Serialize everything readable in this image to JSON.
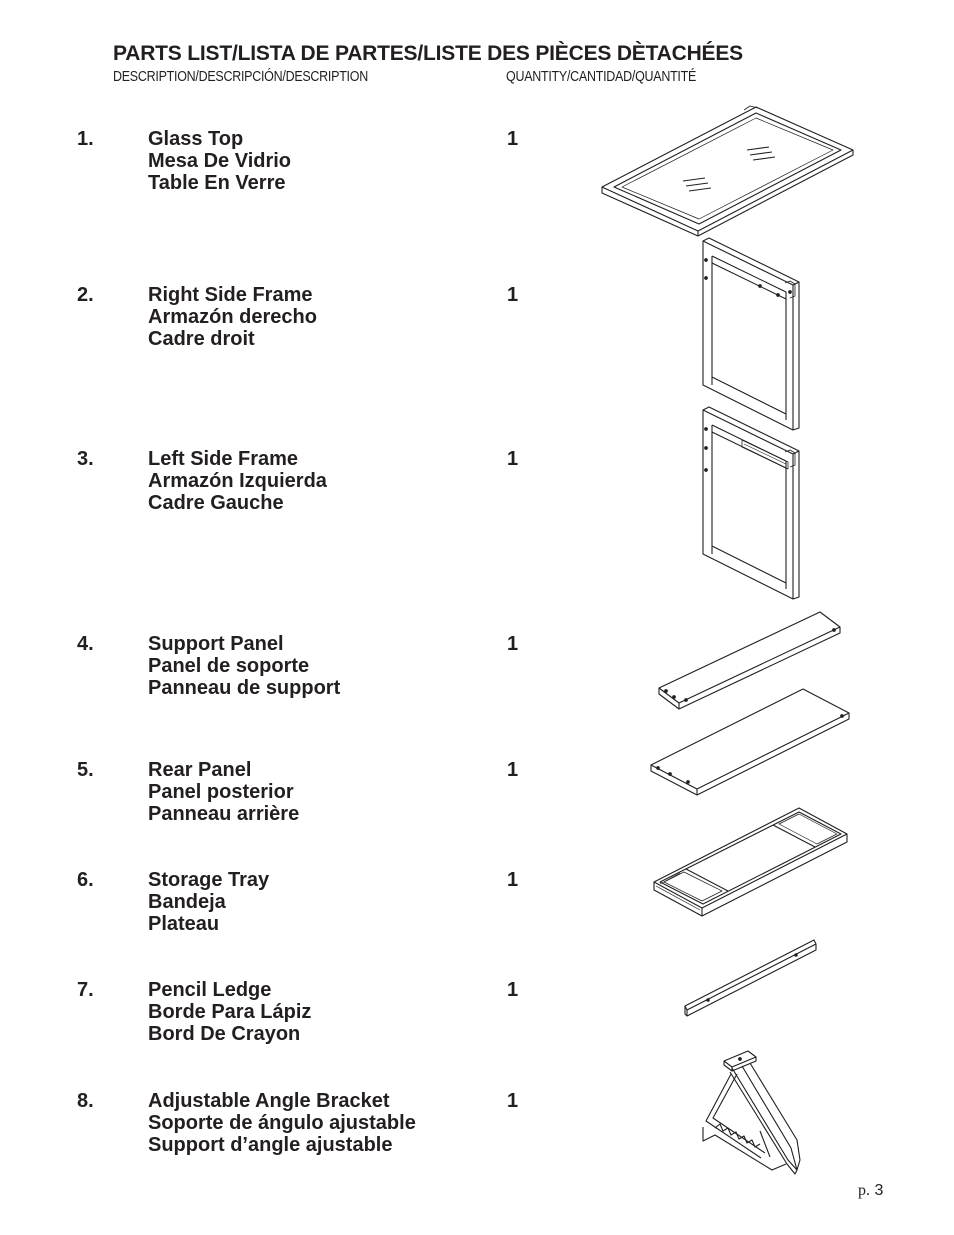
{
  "header": {
    "title": "PARTS LIST/LISTA DE PARTES/LISTE DES PIÈCES DÈTACHÉES",
    "description_label": "DESCRIPTION/DESCRIPCIÓN/DESCRIPTION",
    "quantity_label": "QUANTITY/CANTIDAD/QUANTITÉ"
  },
  "parts": [
    {
      "number": "1.",
      "names": [
        "Glass Top",
        "Mesa De Vidrio",
        "Table En Verre"
      ],
      "quantity": "1",
      "illustration": "glass-top-icon"
    },
    {
      "number": "2.",
      "names": [
        "Right Side Frame",
        "Armazón derecho",
        "Cadre droit"
      ],
      "quantity": "1",
      "illustration": "right-side-frame-icon"
    },
    {
      "number": "3.",
      "names": [
        "Left Side Frame",
        "Armazón Izquierda",
        "Cadre Gauche"
      ],
      "quantity": "1",
      "illustration": "left-side-frame-icon"
    },
    {
      "number": "4.",
      "names": [
        "Support Panel",
        "Panel de soporte",
        "Panneau de support"
      ],
      "quantity": "1",
      "illustration": "support-panel-icon"
    },
    {
      "number": "5.",
      "names": [
        "Rear Panel",
        "Panel posterior",
        "Panneau arrière"
      ],
      "quantity": "1",
      "illustration": "rear-panel-icon"
    },
    {
      "number": "6.",
      "names": [
        "Storage Tray",
        "Bandeja",
        "Plateau"
      ],
      "quantity": "1",
      "illustration": "storage-tray-icon"
    },
    {
      "number": "7.",
      "names": [
        "Pencil Ledge",
        "Borde Para Lápiz",
        "Bord De Crayon"
      ],
      "quantity": "1",
      "illustration": "pencil-ledge-icon"
    },
    {
      "number": "8.",
      "names": [
        "Adjustable Angle Bracket",
        "Soporte de ángulo ajustable",
        "Support d’angle ajustable"
      ],
      "quantity": "1",
      "illustration": "angle-bracket-icon"
    }
  ],
  "footer": {
    "page_prefix": "p.",
    "page_number": "3"
  }
}
